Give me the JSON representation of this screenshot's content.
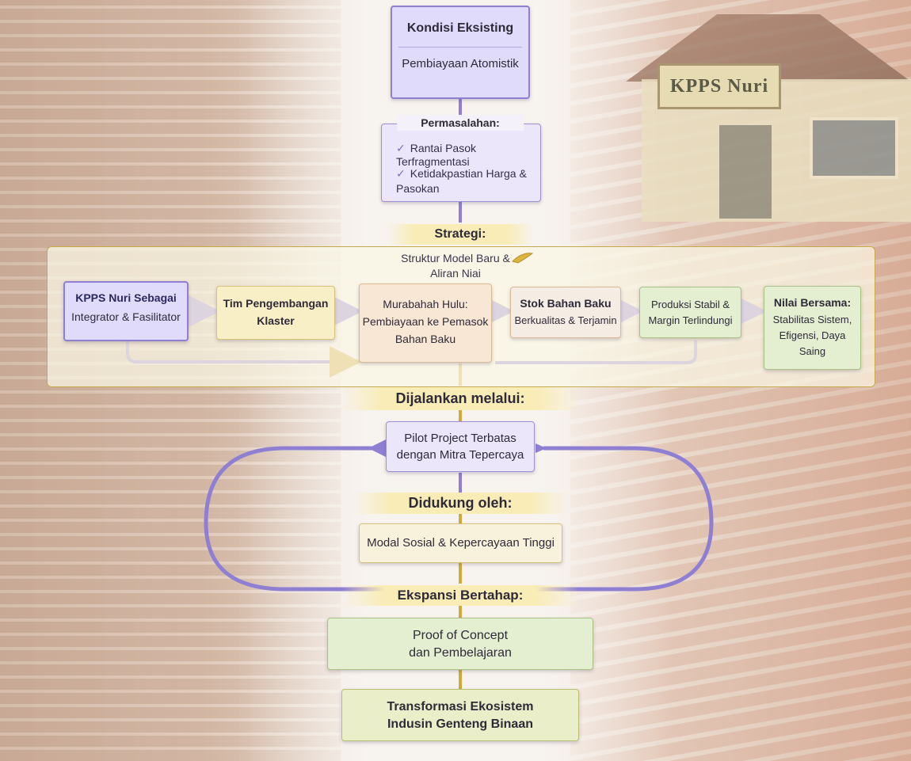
{
  "building_sign": "KPPS Nuri",
  "existing": {
    "title": "Kondisi Eksisting",
    "subtitle": "Pembiayaan Atomistik"
  },
  "problems": {
    "header": "Permasalahan:",
    "items": [
      {
        "check": "✓",
        "lines": [
          "Rantai Pasok Terfragmentasi"
        ]
      },
      {
        "check": "✓",
        "lines": [
          "Ketidakpastian Harga &",
          "Pasokan"
        ]
      }
    ]
  },
  "strategy": {
    "header": "Strategi:",
    "subtitle_lines": [
      "Struktur Model Baru &",
      "Aliran Niai"
    ],
    "nodes": [
      {
        "title": "KPPS Nuri Sebagai",
        "body": "Integrator & Fasilitator"
      },
      {
        "title": "Tim Pengembangan",
        "body": "Klaster"
      },
      {
        "title": "",
        "lines": [
          "Murabahah Hulu:",
          "Pembiayaan ke Pemasok",
          "Bahan Baku"
        ]
      },
      {
        "title": "Stok Bahan Baku",
        "body": "Berkualitas & Terjamin"
      },
      {
        "title": "",
        "lines": [
          "Produksi Stabil &",
          "Margin Terlindungi"
        ]
      },
      {
        "title": "Nilai Bersama:",
        "lines": [
          "Stabilitas Sistem,",
          "Efigensi, Daya",
          "Saing"
        ]
      }
    ]
  },
  "implementation": {
    "header": "Dijalankan melalui:",
    "pilot_lines": [
      "Pilot Project Terbatas",
      "dengan Mitra Tepercaya"
    ],
    "support_header": "Didukung oleh:",
    "support_box": "Modal Sosial & Kepercayaan Tinggi",
    "expansion_header": "Ekspansi Bertahap:"
  },
  "outcomes": {
    "proof_lines": [
      "Proof of Concept",
      "dan Pembelajaran"
    ],
    "transform_lines": [
      "Transformasi Ekosistem",
      "Indusin Genteng Binaan"
    ]
  },
  "colors": {
    "purple_line": "#8f7fd3",
    "gold_line": "#d2a93c",
    "purple_box": "#ece6fb",
    "yellow_box": "#f9efc7",
    "green_box": "#e4efd1"
  }
}
